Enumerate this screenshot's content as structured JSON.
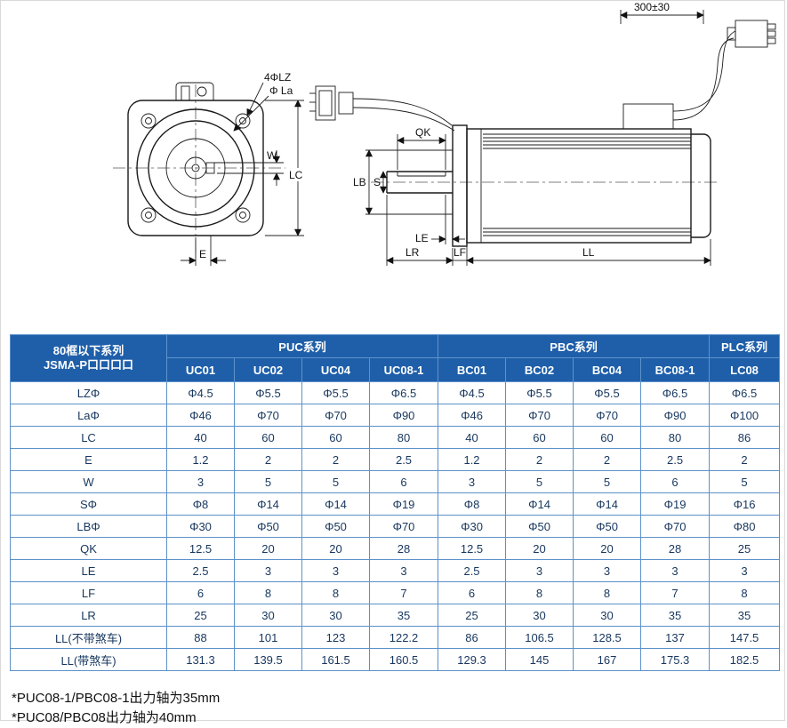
{
  "drawings": {
    "front_view": {
      "labels": {
        "holes": "4ΦLZ",
        "boss": "Φ La",
        "w": "W",
        "lc": "LC",
        "e": "E"
      }
    },
    "side_view": {
      "labels": {
        "qk": "QK",
        "lb": "LB",
        "s": "S",
        "le": "LE",
        "lr": "LR",
        "lf": "LF",
        "ll": "LL",
        "cable_length": "300±30"
      }
    }
  },
  "table": {
    "header": {
      "series_line1": "80框以下系列",
      "series_line2": "JSMA-P口口口口",
      "groups": [
        {
          "label": "PUC系列"
        },
        {
          "label": "PBC系列"
        },
        {
          "label": "PLC系列"
        }
      ],
      "models": [
        "UC01",
        "UC02",
        "UC04",
        "UC08-1",
        "BC01",
        "BC02",
        "BC04",
        "BC08-1",
        "LC08"
      ]
    },
    "rows": [
      {
        "param": "LZΦ",
        "values": [
          "Φ4.5",
          "Φ5.5",
          "Φ5.5",
          "Φ6.5",
          "Φ4.5",
          "Φ5.5",
          "Φ5.5",
          "Φ6.5",
          "Φ6.5"
        ]
      },
      {
        "param": "LaΦ",
        "values": [
          "Φ46",
          "Φ70",
          "Φ70",
          "Φ90",
          "Φ46",
          "Φ70",
          "Φ70",
          "Φ90",
          "Φ100"
        ]
      },
      {
        "param": "LC",
        "values": [
          "40",
          "60",
          "60",
          "80",
          "40",
          "60",
          "60",
          "80",
          "86"
        ]
      },
      {
        "param": "E",
        "values": [
          "1.2",
          "2",
          "2",
          "2.5",
          "1.2",
          "2",
          "2",
          "2.5",
          "2"
        ]
      },
      {
        "param": "W",
        "values": [
          "3",
          "5",
          "5",
          "6",
          "3",
          "5",
          "5",
          "6",
          "5"
        ]
      },
      {
        "param": "SΦ",
        "values": [
          "Φ8",
          "Φ14",
          "Φ14",
          "Φ19",
          "Φ8",
          "Φ14",
          "Φ14",
          "Φ19",
          "Φ16"
        ]
      },
      {
        "param": "LBΦ",
        "values": [
          "Φ30",
          "Φ50",
          "Φ50",
          "Φ70",
          "Φ30",
          "Φ50",
          "Φ50",
          "Φ70",
          "Φ80"
        ]
      },
      {
        "param": "QK",
        "values": [
          "12.5",
          "20",
          "20",
          "28",
          "12.5",
          "20",
          "20",
          "28",
          "25"
        ]
      },
      {
        "param": "LE",
        "values": [
          "2.5",
          "3",
          "3",
          "3",
          "2.5",
          "3",
          "3",
          "3",
          "3"
        ]
      },
      {
        "param": "LF",
        "values": [
          "6",
          "8",
          "8",
          "7",
          "6",
          "8",
          "8",
          "7",
          "8"
        ]
      },
      {
        "param": "LR",
        "values": [
          "25",
          "30",
          "30",
          "35",
          "25",
          "30",
          "30",
          "35",
          "35"
        ]
      },
      {
        "param": "LL(不带煞车)",
        "values": [
          "88",
          "101",
          "123",
          "122.2",
          "86",
          "106.5",
          "128.5",
          "137",
          "147.5"
        ]
      },
      {
        "param": "LL(带煞车)",
        "values": [
          "131.3",
          "139.5",
          "161.5",
          "160.5",
          "129.3",
          "145",
          "167",
          "175.3",
          "182.5"
        ]
      }
    ]
  },
  "footnotes": [
    "*PUC08-1/PBC08-1出力轴为35mm",
    "*PUC08/PBC08出力轴为40mm"
  ]
}
